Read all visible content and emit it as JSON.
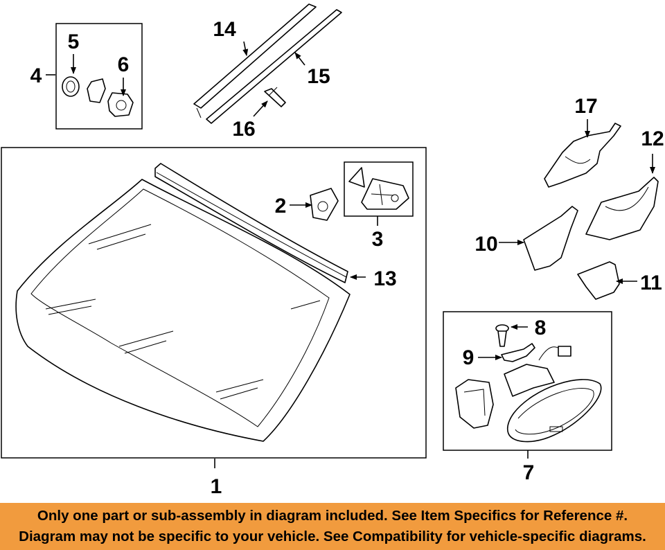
{
  "callouts": {
    "c1": "1",
    "c2": "2",
    "c3": "3",
    "c4": "4",
    "c5": "5",
    "c6": "6",
    "c7": "7",
    "c8": "8",
    "c9": "9",
    "c10": "10",
    "c11": "11",
    "c12": "12",
    "c13": "13",
    "c14": "14",
    "c15": "15",
    "c16": "16",
    "c17": "17"
  },
  "banner": {
    "line1": "Only one part or sub-assembly in diagram included. See Item Specifics for Reference #.",
    "line2": "Diagram may not be specific to your vehicle. See Compatibility for vehicle-specific diagrams."
  },
  "colors": {
    "banner_bg": "#f19b3e",
    "line": "#000000",
    "background": "#ffffff"
  }
}
